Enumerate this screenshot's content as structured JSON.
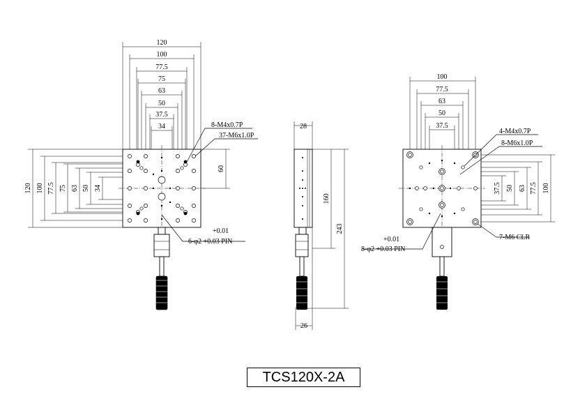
{
  "title": "TCS120X-2A",
  "top_view": {
    "top_dims": [
      "120",
      "100",
      "77.5",
      "75",
      "63",
      "50",
      "37.5",
      "34"
    ],
    "left_dims": [
      "120",
      "100",
      "77.5",
      "75",
      "63",
      "50",
      "34"
    ],
    "right_dim": "60",
    "callout_1": "8-M4x0.7P",
    "callout_2": "37-M6x1.0P",
    "pin_tol": "+0.01",
    "pin_spec": "6-φ2 +0.03 PIN"
  },
  "side_view": {
    "top_dim": "28",
    "dim_160": "160",
    "dim_243": "243",
    "bottom_dim": "26"
  },
  "bottom_view": {
    "top_dims": [
      "100",
      "77.5",
      "63",
      "50",
      "37.5"
    ],
    "right_dims": [
      "37.5",
      "50",
      "63",
      "77.5",
      "100"
    ],
    "callout_1": "4-M4x0.7P",
    "callout_2": "8-M6x1.0P",
    "pin_tol": "+0.01",
    "pin_spec": "8-φ2 +0.03 PIN",
    "clr_spec": "7-M6 CLR"
  }
}
